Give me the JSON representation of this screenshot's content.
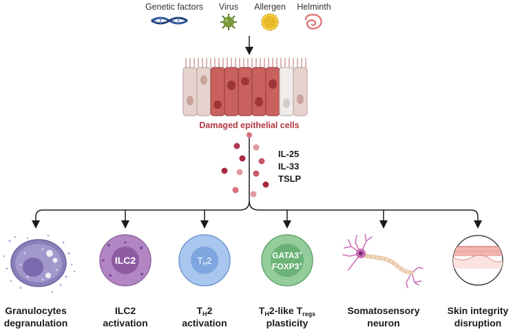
{
  "triggers": [
    {
      "label": "Genetic factors",
      "icon": "dna-icon"
    },
    {
      "label": "Virus",
      "icon": "virus-icon"
    },
    {
      "label": "Allergen",
      "icon": "allergen-pollen-icon"
    },
    {
      "label": "Helminth",
      "icon": "helminth-worm-icon"
    }
  ],
  "epithelium_label": "Damaged epithelial cells",
  "cytokines": [
    "IL-25",
    "IL-33",
    "TSLP"
  ],
  "outcomes": [
    {
      "line1": "Granulocytes",
      "line2": "degranulation",
      "icon": "granulocyte-icon"
    },
    {
      "line1": "ILC2",
      "line2": "activation",
      "cell_label": "ILC2",
      "icon": "ilc2-cell-icon"
    },
    {
      "line1_main": "T",
      "line1_sub": "H",
      "line1_rest": "2",
      "line2": "activation",
      "cell_main": "T",
      "cell_sub": "H",
      "cell_rest": "2",
      "icon": "th2-cell-icon"
    },
    {
      "line1_main": "T",
      "line1_sub": "H",
      "line1_rest": "2-like T",
      "line1_sub2": "regs",
      "line2": "plasticity",
      "cell_line1": "GATA3",
      "cell_line2": "FOXP3",
      "cell_sup": "+",
      "icon": "treg-cell-icon"
    },
    {
      "line1": "Somatosensory",
      "line2": "neuron",
      "icon": "neuron-icon"
    },
    {
      "line1": "Skin integrity",
      "line2": "disruption",
      "icon": "skin-layer-icon"
    }
  ],
  "colors": {
    "epithelium_damaged": "#c9615f",
    "epithelium_healthy": "#e6d3ce",
    "cytokine_dark": "#a8283e",
    "cytokine_light": "#e29aa3",
    "label_red": "#b0383f",
    "ilc2": "#b286c2",
    "th2": "#8fb3e6",
    "treg": "#7fc18a",
    "granulocyte": "#9a88c4",
    "dna": "#2d5597",
    "virus": "#7a9a3c",
    "allergen": "#e8b828",
    "helminth": "#e07a7a"
  }
}
